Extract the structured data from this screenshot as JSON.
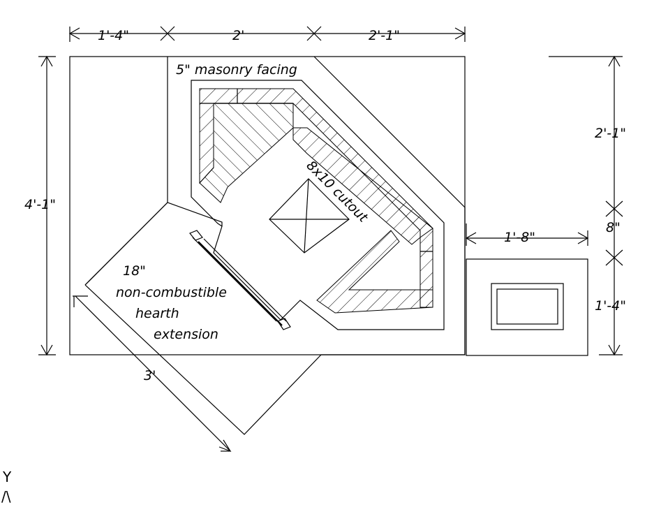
{
  "dimensions": {
    "top_left": "1'-4\"",
    "top_middle": "2'",
    "top_right": "2'-1\"",
    "left_height": "4'-1\"",
    "right_upper": "2'-1\"",
    "right_middle": "8\"",
    "right_lower": "1'-4\"",
    "ash_box_width": "1'-8\"",
    "hearth_width": "3'"
  },
  "notes": {
    "masonry": "5\" masonry facing",
    "cutout": "8x10 cutout",
    "hearth_line1": "18\"",
    "hearth_line2": "non-combustible",
    "hearth_line3": "hearth",
    "hearth_line4": "extension"
  },
  "axis": {
    "y_label": "Y",
    "arrow": "/\\"
  }
}
